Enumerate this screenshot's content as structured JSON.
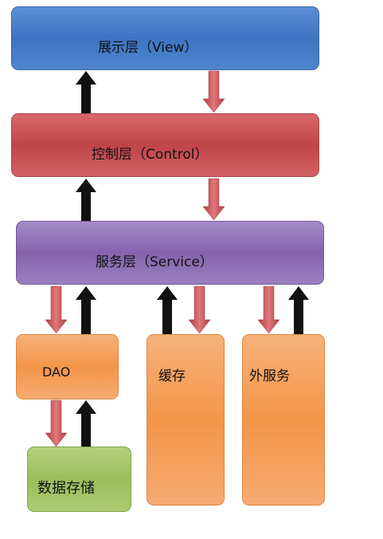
{
  "layers": {
    "view": "展示层（View）",
    "control": "控制层（Control）",
    "service": "服务层（Service）",
    "dao": "DAO",
    "cache": "缓存",
    "external": "外服务",
    "storage": "数据存储"
  },
  "colors": {
    "view": "#4a7fc9",
    "control": "#c8494e",
    "service": "#8c6bb4",
    "orange": "#f4994c",
    "storage": "#a1c462",
    "down_arrow": "#c94b50",
    "up_arrow": "#111111"
  }
}
